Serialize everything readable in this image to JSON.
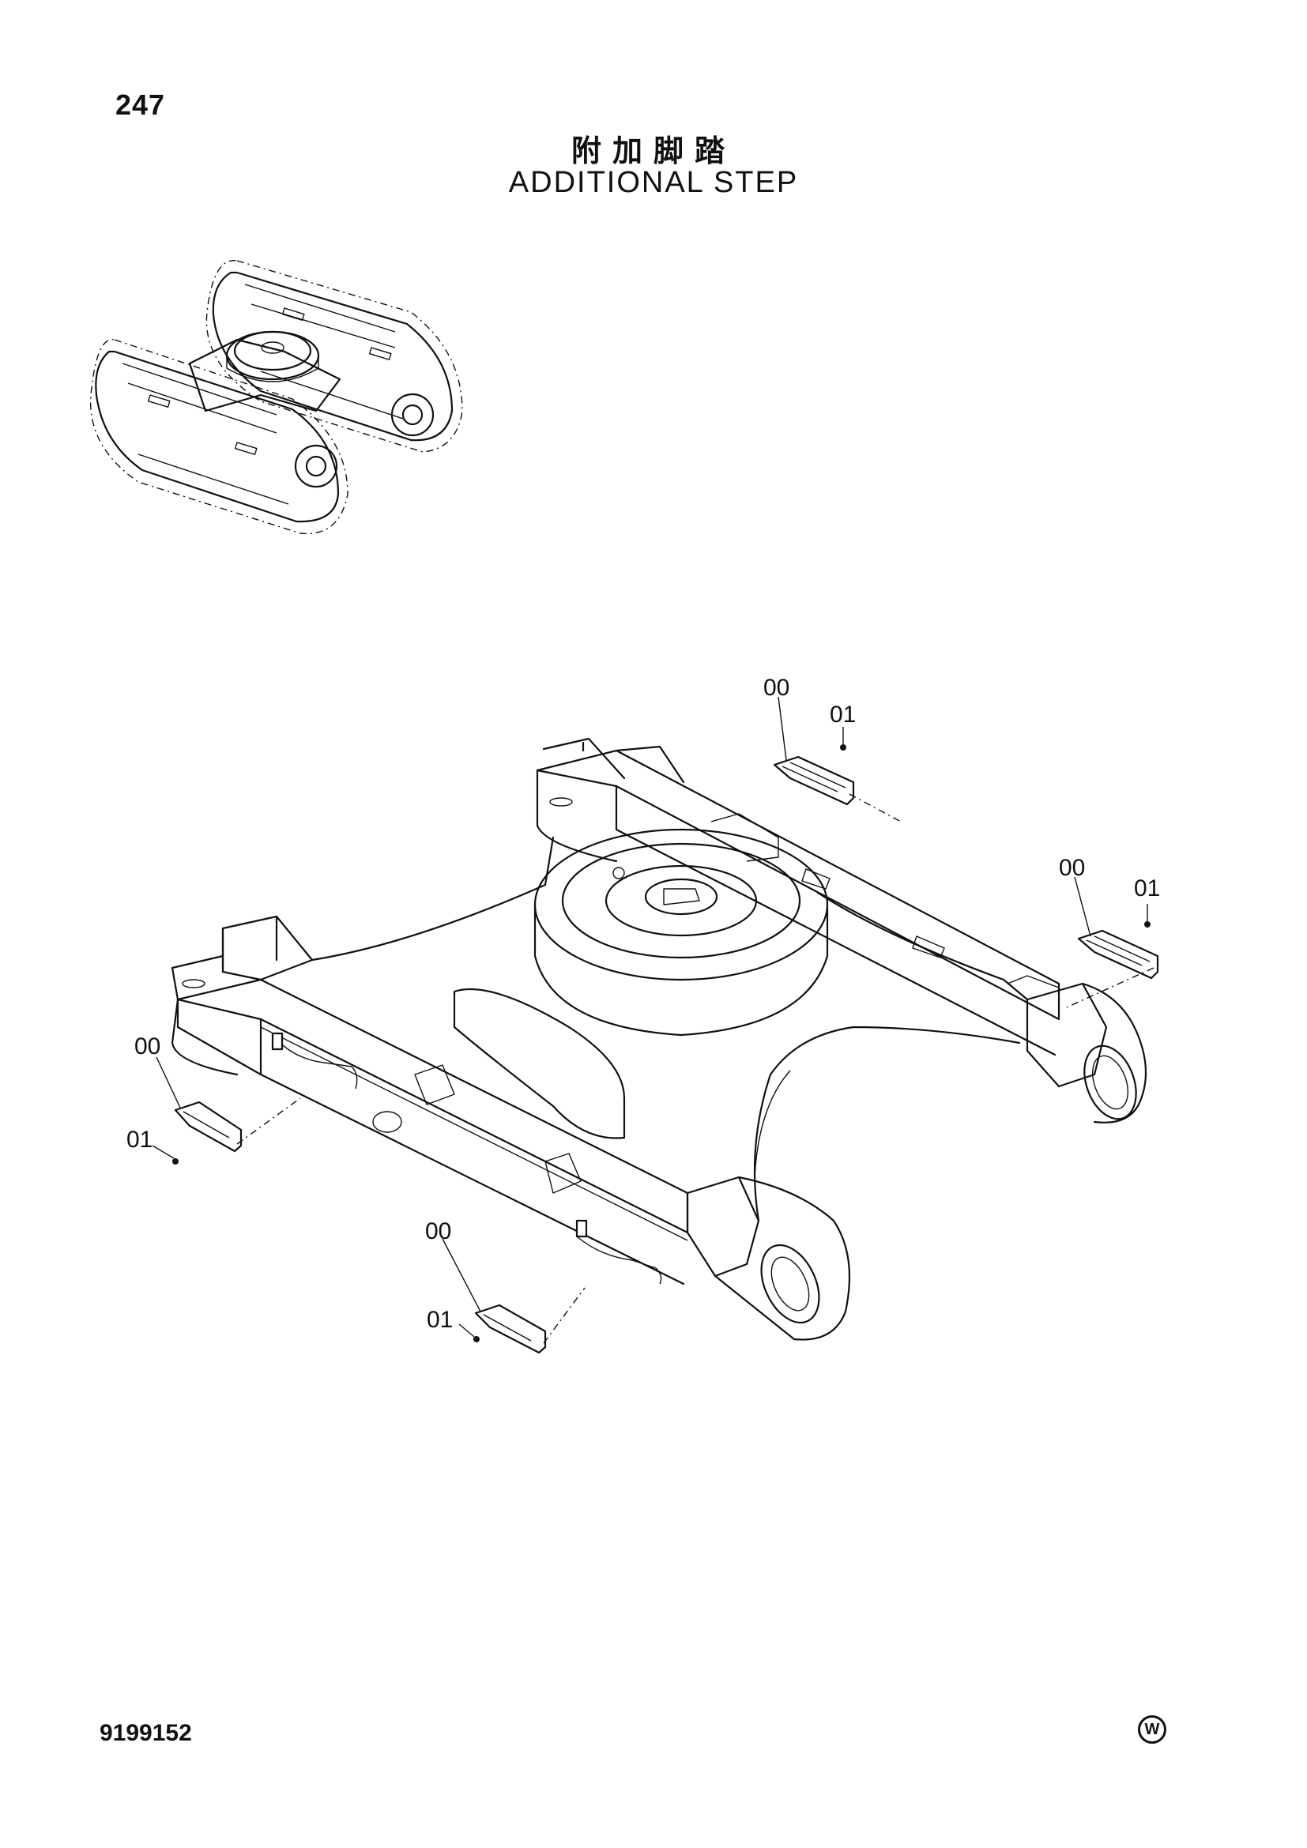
{
  "page": {
    "number": "247",
    "title_cn": "附加脚踏",
    "title_en": "ADDITIONAL STEP",
    "doc_number": "9199152",
    "mark": "W"
  },
  "callouts": {
    "step": "00",
    "bolt": "01"
  }
}
